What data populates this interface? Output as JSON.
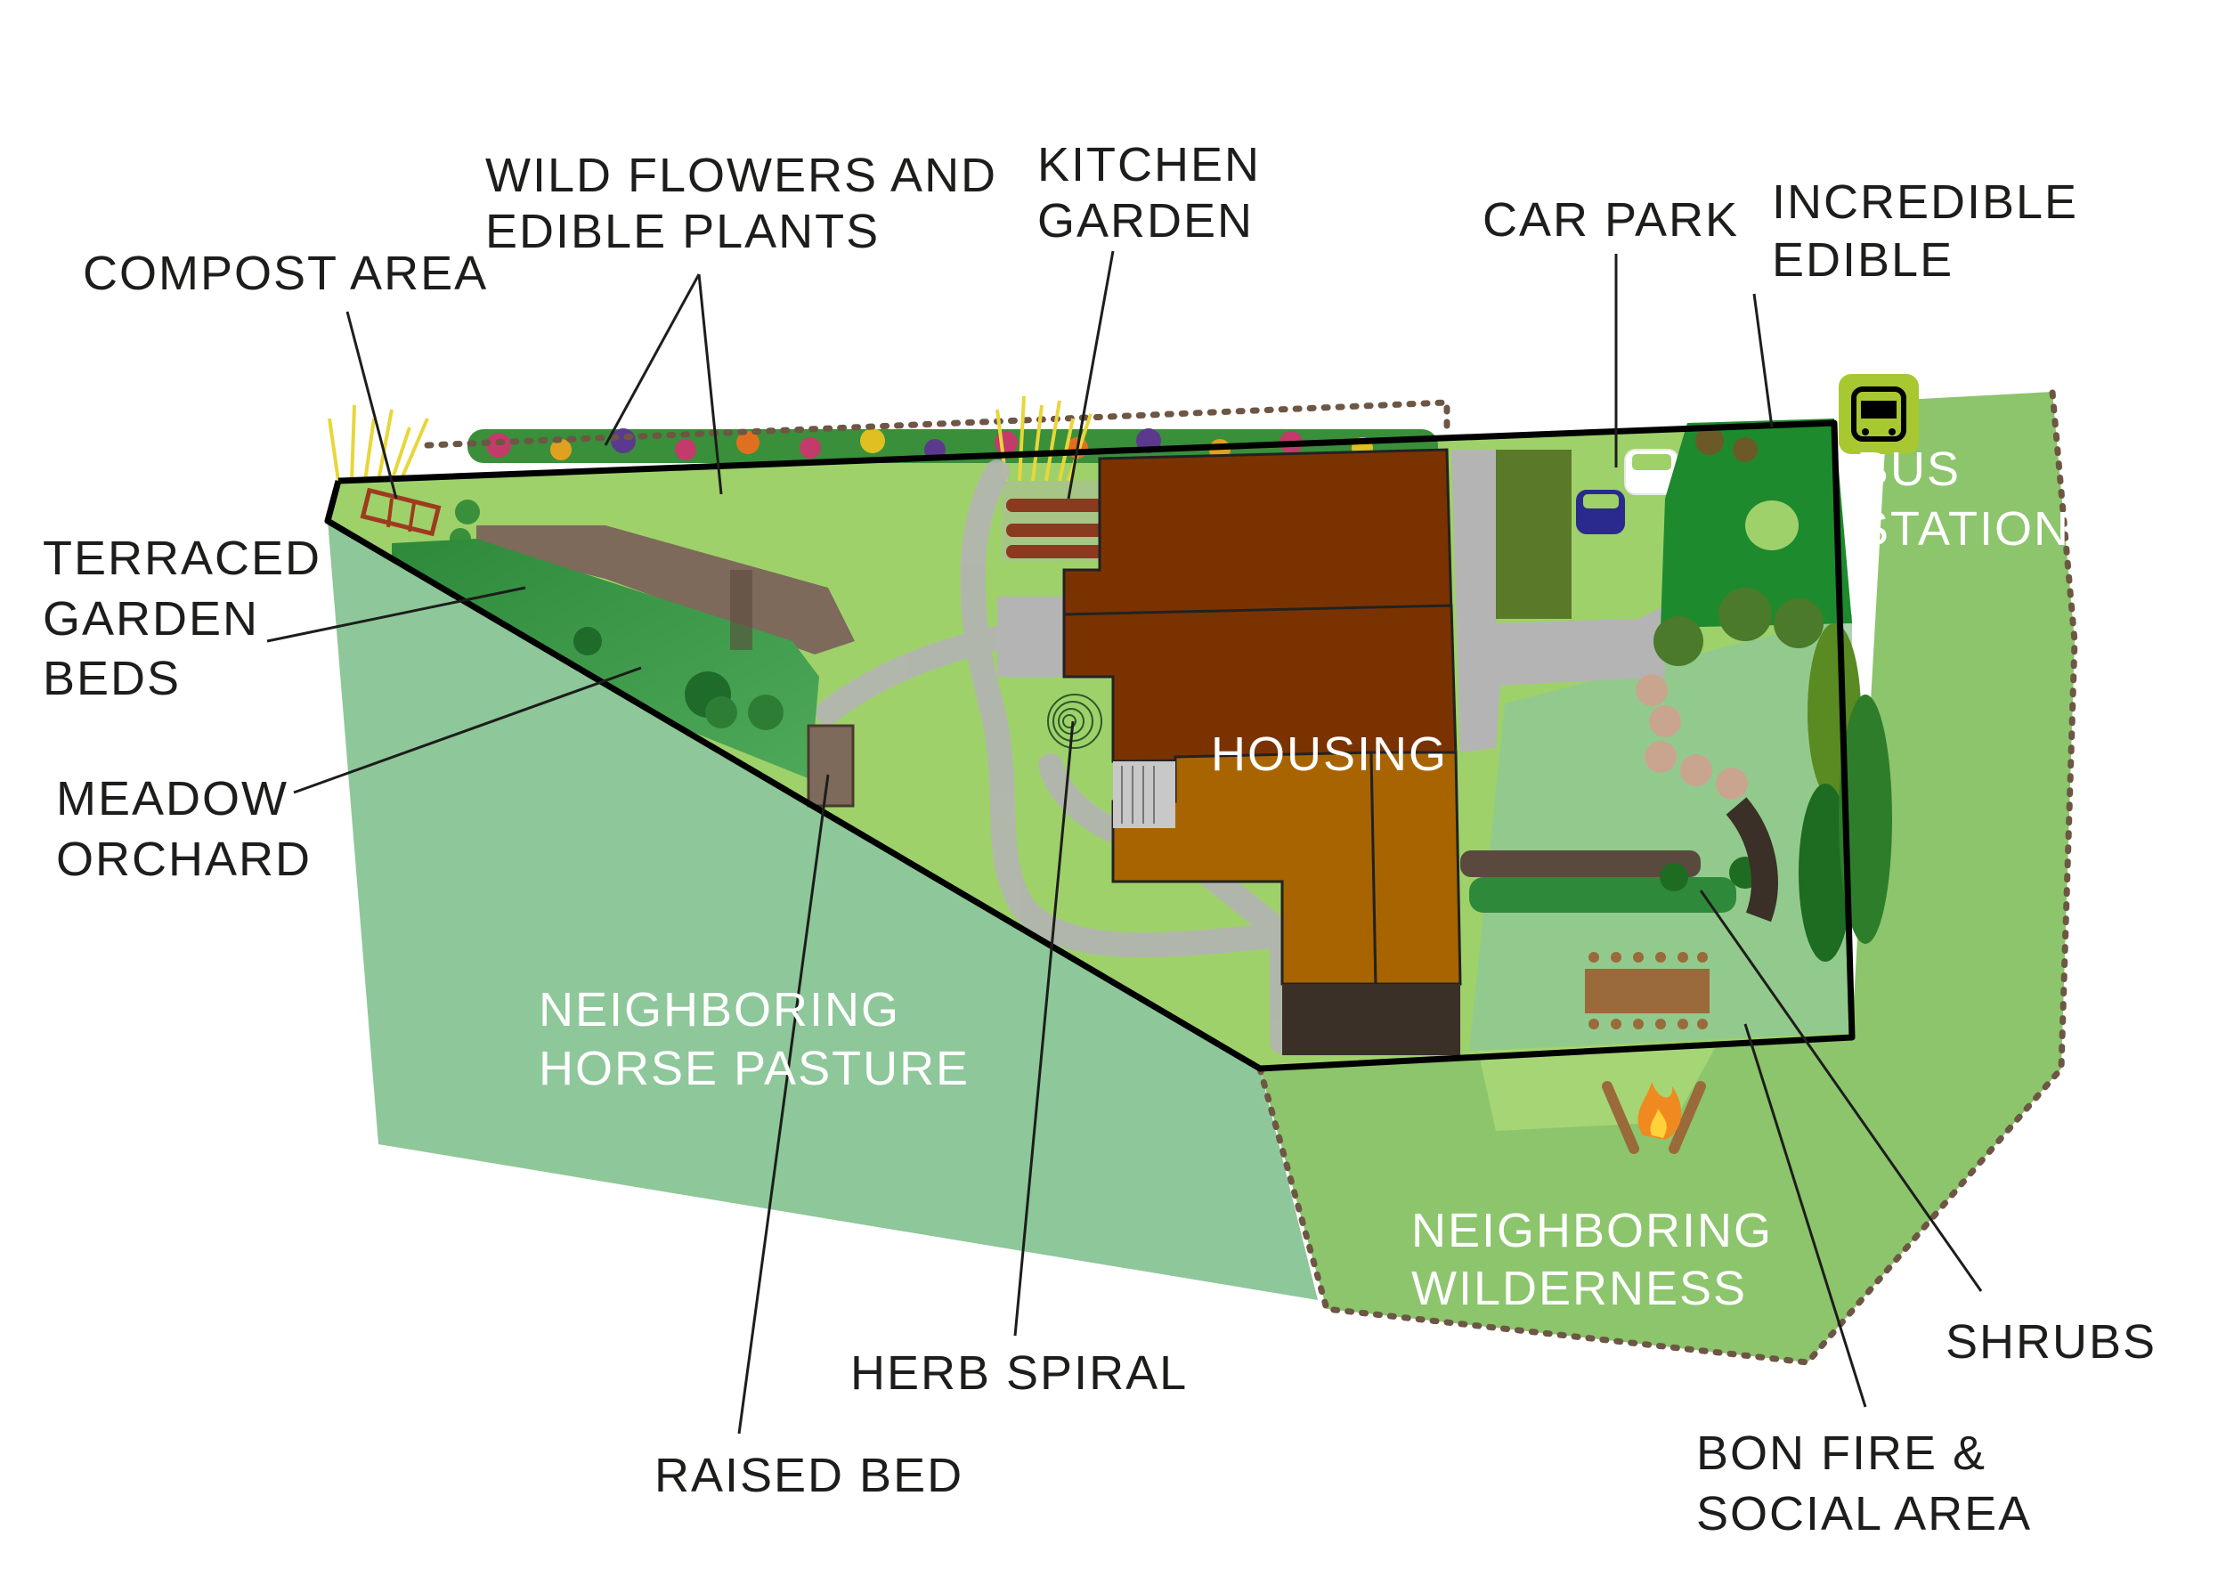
{
  "labels": {
    "wild_flowers": [
      "WILD FLOWERS AND",
      "EDIBLE PLANTS"
    ],
    "kitchen_garden": [
      "KITCHEN",
      "GARDEN"
    ],
    "car_park": "CAR PARK",
    "incredible_edible": [
      "INCREDIBLE",
      "EDIBLE"
    ],
    "compost_area": "COMPOST AREA",
    "terraced_garden_beds": [
      "TERRACED",
      "GARDEN",
      "BEDS"
    ],
    "meadow_orchard": [
      "MEADOW",
      "ORCHARD"
    ],
    "bus_station": [
      "BUS",
      "STATION"
    ],
    "housing": "HOUSING",
    "horse_pasture": [
      "NEIGHBORING",
      "HORSE PASTURE"
    ],
    "wilderness": [
      "NEIGHBORING",
      "WILDERNESS"
    ],
    "shrubs": "SHRUBS",
    "herb_spiral": "HERB SPIRAL",
    "raised_bed": "RAISED BED",
    "bonfire": [
      "BON FIRE &",
      "SOCIAL AREA"
    ]
  },
  "colors": {
    "pasture": "#8ec79a",
    "wilderness": "#8cc56c",
    "site_lawn": "#9fd16a",
    "housing_dark": "#7a3300",
    "housing_light": "#a86400",
    "path": "#b4b4b4",
    "terrace": "#7d6a5a",
    "bus_sign": "#a8c832",
    "car_white": "#ffffff",
    "car_blue": "#2a2a8e",
    "boundary": "#000000"
  }
}
